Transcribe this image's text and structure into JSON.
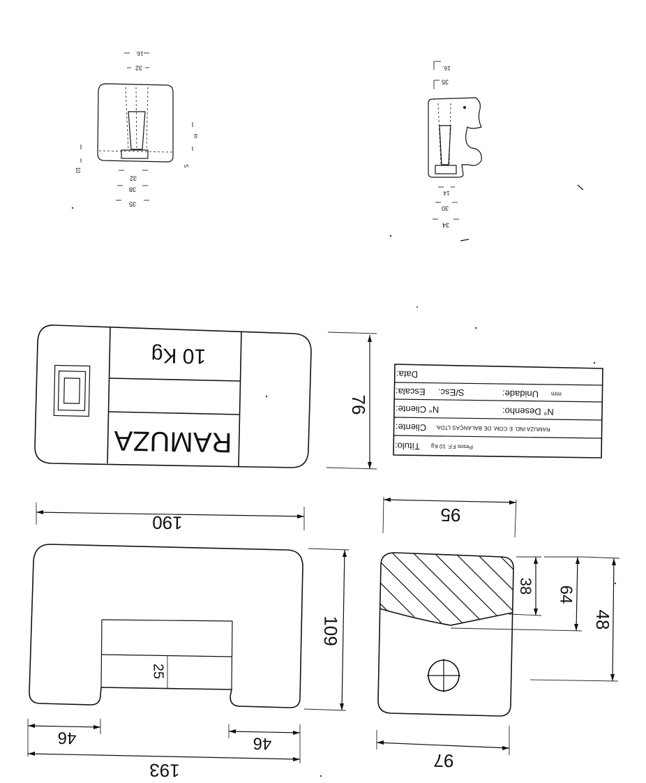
{
  "drawing": {
    "dimensions": {
      "small_left_top_a": "16.",
      "small_left_top_b": "32",
      "small_left_side": "10",
      "small_left_mid": "m",
      "small_left_side2": "5",
      "small_left_bot_a": "32",
      "small_left_bot_b": "38",
      "small_left_bot_c": "35",
      "small_right_top_a": "16.",
      "small_right_top_b": "35",
      "small_right_bot_a": "14",
      "small_right_bot_b": "30",
      "small_right_bot_c": "34",
      "plate_height": "76",
      "width_top": "190",
      "height_front": "109",
      "slot": "25",
      "left_foot": "46",
      "right_foot": "46",
      "width_bottom": "193",
      "side_top": "95",
      "side_bottom": "97",
      "side_h1": "38",
      "side_h2": "64",
      "side_h3": "48"
    },
    "plate": {
      "weight_label": "10 Kg",
      "brand_label": "RAMUZA"
    },
    "title_block": {
      "data_label": "Data:",
      "escala_label": "Escala:",
      "escala_value": "S/Esc.",
      "unidade_label": "Unidade:",
      "unidade_value": "mm",
      "cliente_no_label": "N° Cliente:",
      "desenho_label": "N° Desenho:",
      "cliente_label": "Cliente:",
      "cliente_value": "RAMUZA IND. E COM. DE BALANÇAS LTDA.",
      "titulo_label": "Título:",
      "titulo_value": "Pesos F.F. 10 Kg"
    }
  }
}
